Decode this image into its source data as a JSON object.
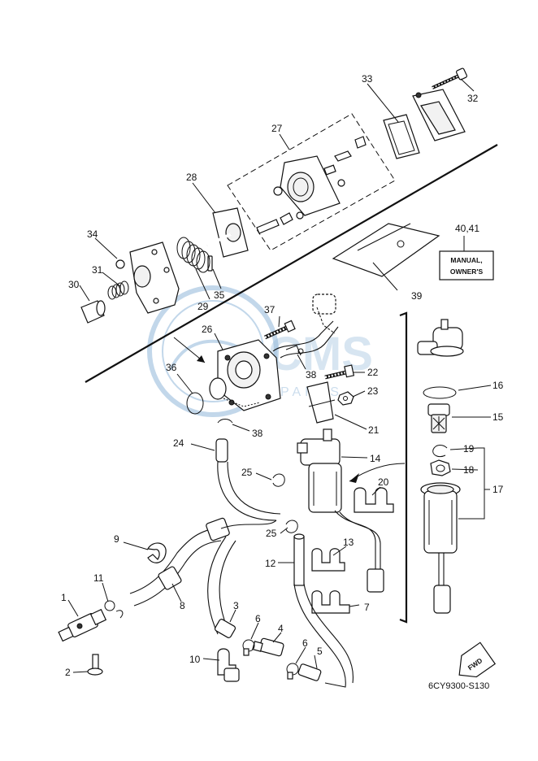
{
  "diagram": {
    "reference_code": "6CY9300-S130",
    "fwd_label": "FWD",
    "manual_box_line1": "MANUAL,",
    "manual_box_line2": "OWNER'S",
    "watermark_text": "PARTS",
    "callouts": {
      "c1": "1",
      "c2": "2",
      "c3": "3",
      "c4": "4",
      "c5": "5",
      "c6a": "6",
      "c6b": "6",
      "c7": "7",
      "c8": "8",
      "c9": "9",
      "c10": "10",
      "c11": "11",
      "c12": "12",
      "c13": "13",
      "c14": "14",
      "c15": "15",
      "c16": "16",
      "c17": "17",
      "c18": "18",
      "c19": "19",
      "c20": "20",
      "c21": "21",
      "c22": "22",
      "c23": "23",
      "c24": "24",
      "c25a": "25",
      "c25b": "25",
      "c26": "26",
      "c27": "27",
      "c28": "28",
      "c29": "29",
      "c30": "30",
      "c31": "31",
      "c32": "32",
      "c33": "33",
      "c34": "34",
      "c35": "35",
      "c36": "36",
      "c37": "37",
      "c38a": "38",
      "c38b": "38",
      "c39": "39",
      "c4041": "40,41"
    }
  }
}
